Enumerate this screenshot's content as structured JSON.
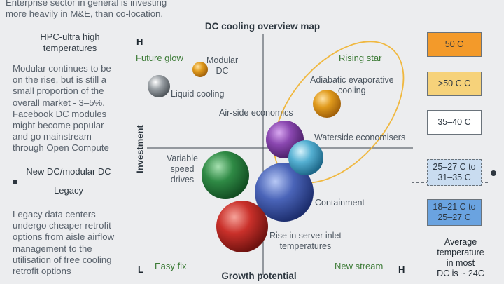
{
  "intro": {
    "line1": "Enterprise sector in general is investing",
    "line2": "more heavily in M&E, than co-location."
  },
  "hpc": {
    "line1": "HPC-ultra high",
    "line2": "temperatures"
  },
  "modular_text": [
    "Modular continues to be",
    "on the rise, but is still a",
    "small proportion of the",
    "overall market - 3–5%.",
    "Facebook DC modules",
    "might become popular",
    "and go mainstream",
    "through Open Compute"
  ],
  "new_dc_label": "New DC/modular DC",
  "legacy_label": "Legacy",
  "legacy_text": [
    "Legacy data centers",
    "undergo cheaper retrofit",
    "options from aisle airflow",
    "management to the",
    "utilisation of free cooling",
    "retrofit options"
  ],
  "map": {
    "title": "DC cooling overview map",
    "x_axis": "Growth potential",
    "y_axis": "Investment",
    "corner_top_left": "H",
    "corner_bottom_left": "L",
    "corner_bottom_right": "H",
    "quadrants": {
      "top_left": "Future glow",
      "top_right": "Rising star",
      "bottom_left": "Easy fix",
      "bottom_right": "New stream"
    },
    "bubbles": [
      {
        "id": "modular-dc",
        "label1": "Modular",
        "label2": "DC",
        "color": "#d89a12"
      },
      {
        "id": "liquid-cooling",
        "label1": "Liquid cooling",
        "label2": "",
        "color": "#8f9499"
      },
      {
        "id": "adiabatic",
        "label1": "Adiabatic evaporative",
        "label2": "cooling",
        "color": "#d88a10"
      },
      {
        "id": "air-side",
        "label1": "Air-side economics",
        "label2": "",
        "color": "#7d3fa0"
      },
      {
        "id": "waterside",
        "label1": "Waterside economisers",
        "label2": "",
        "color": "#4aa6c9"
      },
      {
        "id": "vsd",
        "label1": "Variable",
        "label2": "speed",
        "label3": "drives",
        "color": "#2f8a45"
      },
      {
        "id": "containment",
        "label1": "Containment",
        "label2": "",
        "color": "#4a64b8"
      },
      {
        "id": "server-inlet",
        "label1": "Rise in server inlet",
        "label2": "temperatures",
        "color": "#c9302a"
      }
    ],
    "highlight_color": "#f0b840"
  },
  "temp_boxes": [
    {
      "label1": "50 C",
      "label2": "",
      "color": "#f39a2a"
    },
    {
      "label1": ">50 C C",
      "label2": "",
      "color": "#f6d27a"
    },
    {
      "label1": "35–40 C",
      "label2": "",
      "color": "#ffffff"
    },
    {
      "label1": "25–27 C to",
      "label2": "31–35 C",
      "color": "#c9dcf0"
    },
    {
      "label1": "18–21 C to",
      "label2": "25–27 C",
      "color": "#6aa3e0"
    }
  ],
  "average_note": [
    "Average",
    "temperature",
    "in most",
    "DC is ~ 24C"
  ]
}
